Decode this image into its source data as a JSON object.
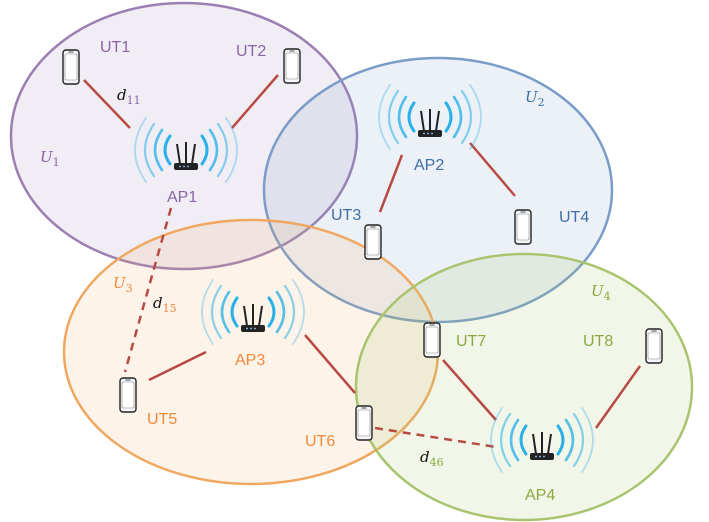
{
  "colors": {
    "u1": "#9b7fb3",
    "u2": "#7a9cc8",
    "u3": "#f0a860",
    "u4": "#a9c46e",
    "link": "#b84a44",
    "ap_label_1": "#8a63a8",
    "ap_label_2": "#3f6ea8",
    "ap_label_3": "#f0893a",
    "ap_label_4": "#8aaa3e",
    "wave": "#2ab0e8"
  },
  "clusters": [
    {
      "id": "u1",
      "letter": "U",
      "sub": "1"
    },
    {
      "id": "u2",
      "letter": "U",
      "sub": "2"
    },
    {
      "id": "u3",
      "letter": "U",
      "sub": "3"
    },
    {
      "id": "u4",
      "letter": "U",
      "sub": "4"
    }
  ],
  "access_points": [
    {
      "id": "ap1",
      "label": "AP1"
    },
    {
      "id": "ap2",
      "label": "AP2"
    },
    {
      "id": "ap3",
      "label": "AP3"
    },
    {
      "id": "ap4",
      "label": "AP4"
    }
  ],
  "user_terminals": [
    {
      "id": "ut1",
      "label": "UT1"
    },
    {
      "id": "ut2",
      "label": "UT2"
    },
    {
      "id": "ut3",
      "label": "UT3"
    },
    {
      "id": "ut4",
      "label": "UT4"
    },
    {
      "id": "ut5",
      "label": "UT5"
    },
    {
      "id": "ut6",
      "label": "UT6"
    },
    {
      "id": "ut7",
      "label": "UT7"
    },
    {
      "id": "ut8",
      "label": "UT8"
    }
  ],
  "distances": [
    {
      "id": "d11",
      "letter": "d",
      "sub": "11"
    },
    {
      "id": "d15",
      "letter": "d",
      "sub": "15"
    },
    {
      "id": "d46",
      "letter": "d",
      "sub": "46"
    }
  ]
}
